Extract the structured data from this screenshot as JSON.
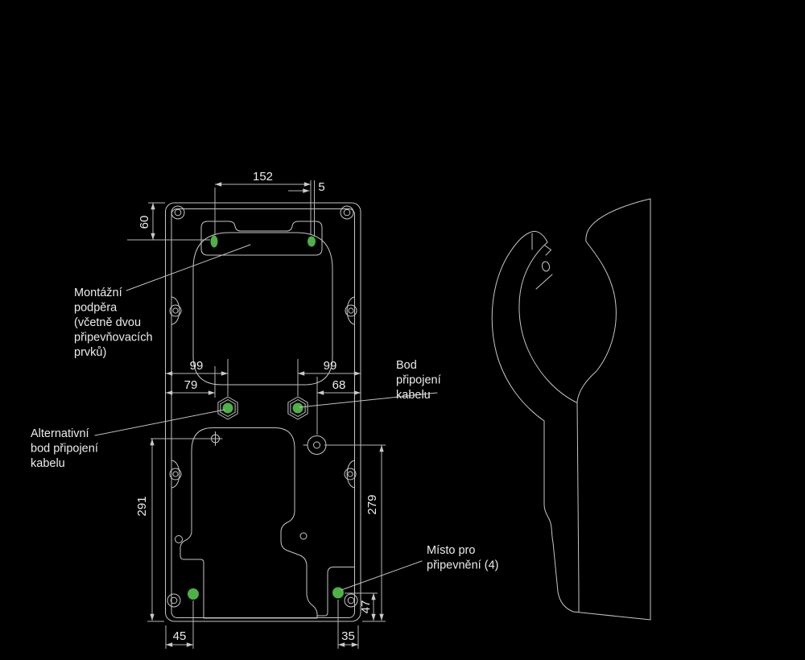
{
  "colors": {
    "background": "#000000",
    "outline": "#c6c6c6",
    "dimension_line": "#b6b6b6",
    "text": "#ececec",
    "marker_green": "#4fb047"
  },
  "dimensions": {
    "mount_width": "152",
    "mount_offset": "5",
    "mount_top": "60",
    "cable_left_99": "99",
    "cable_left_79": "79",
    "cable_right_99": "99",
    "cable_right_68": "68",
    "left_height": "291",
    "right_height": "279",
    "fix_height": "47",
    "fix_left": "45",
    "fix_right": "35"
  },
  "labels": {
    "mounting_support": [
      "Montážní",
      "podpěra",
      "(včetně dvou",
      "připevňovacích",
      "prvků)"
    ],
    "cable_point": [
      "Bod",
      "připojení",
      "kabelu"
    ],
    "alt_cable_point": [
      "Alternativní",
      "bod připojení",
      "kabelu"
    ],
    "fixing_location": [
      "Místo pro",
      "připevnění (4)"
    ]
  }
}
